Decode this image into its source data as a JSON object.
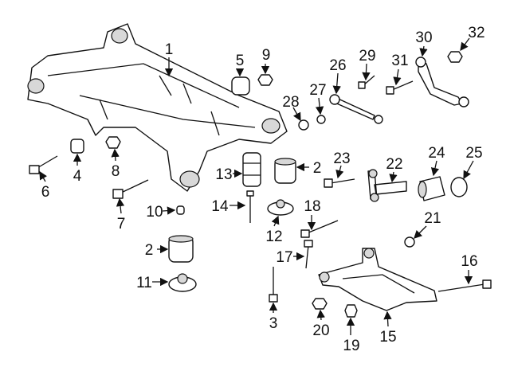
{
  "diagram": {
    "type": "exploded parts diagram",
    "labels": [
      "1",
      "5",
      "9",
      "26",
      "29",
      "30",
      "31",
      "32",
      "28",
      "27",
      "2",
      "13",
      "23",
      "22",
      "24",
      "25",
      "6",
      "4",
      "8",
      "7",
      "10",
      "14",
      "12",
      "18",
      "21",
      "2",
      "17",
      "16",
      "11",
      "3",
      "20",
      "19",
      "15"
    ]
  }
}
